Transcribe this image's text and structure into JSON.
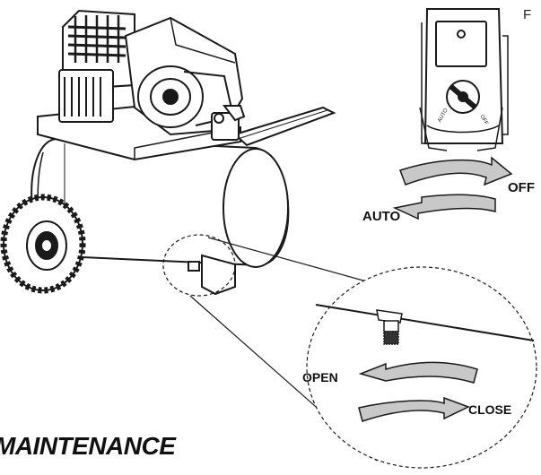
{
  "page": {
    "heading": "MAINTENANCE",
    "corner_letter": "F"
  },
  "pressure_switch": {
    "off_label": "OFF",
    "auto_label": "AUTO",
    "dial_mark_auto": "AUTO",
    "dial_mark_off": "OFF"
  },
  "drain_valve": {
    "open_label": "OPEN",
    "close_label": "CLOSE"
  },
  "colors": {
    "arrow_fill": "#c8c8c8",
    "line": "#1a1a1a"
  }
}
